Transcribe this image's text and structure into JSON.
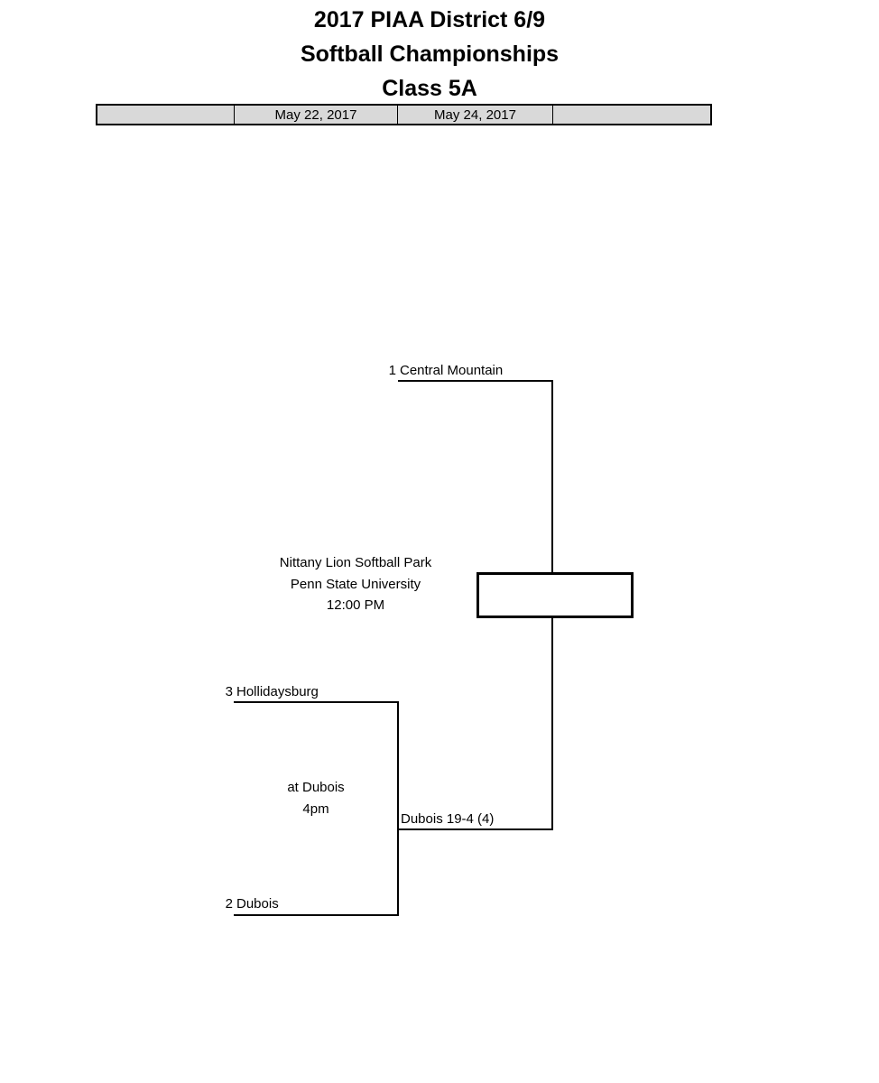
{
  "header": {
    "title_line1": "2017 PIAA District 6/9",
    "title_line2": "Softball Championships",
    "title_line3": "Class 5A"
  },
  "dates": [
    "",
    "May 22, 2017",
    "May 24, 2017",
    ""
  ],
  "bracket": {
    "final_top": {
      "seed": "1",
      "team": "Central Mountain"
    },
    "semi_top": {
      "seed": "3",
      "team": "Hollidaysburg"
    },
    "semi_bottom": {
      "seed": "2",
      "team": "Dubois"
    },
    "semi_result": "Dubois 19-4 (4)",
    "semi_venue": {
      "line1": "at Dubois",
      "line2": "4pm"
    },
    "final_venue": {
      "line1": "Nittany Lion Softball Park",
      "line2": "Penn State University",
      "line3": "12:00 PM"
    },
    "champion": ""
  }
}
